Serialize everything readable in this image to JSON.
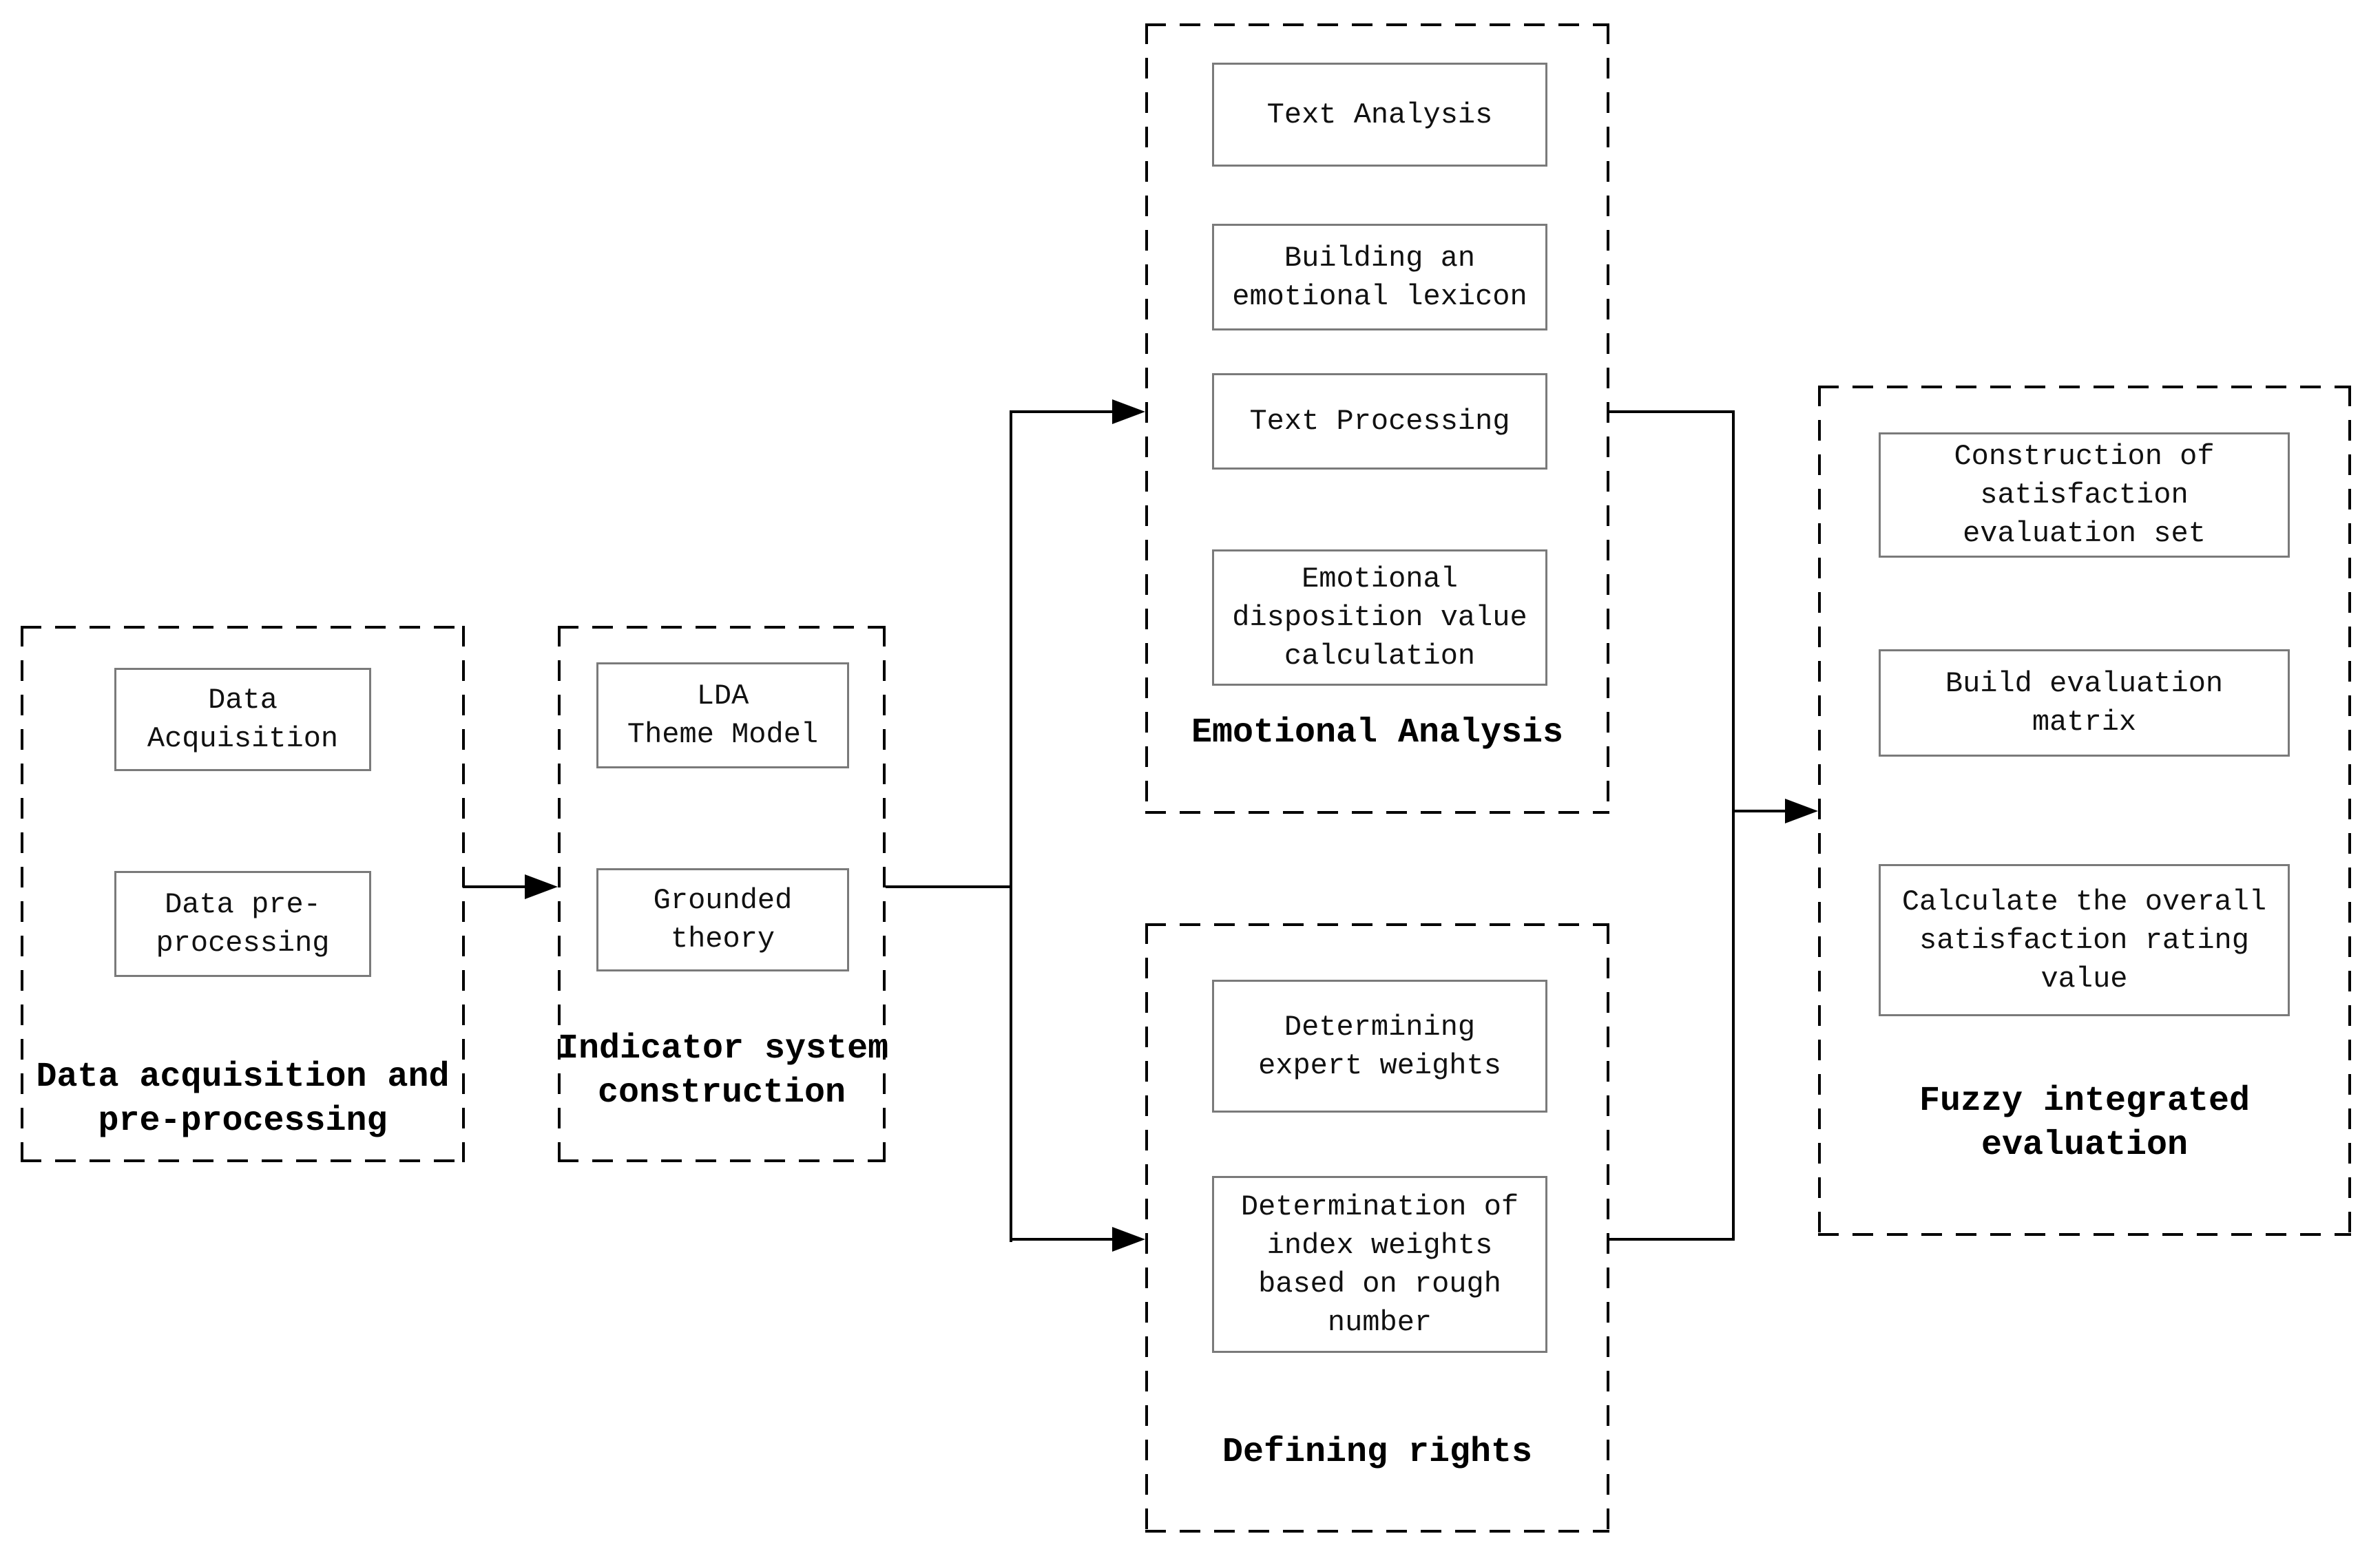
{
  "diagram": {
    "colors": {
      "background": "#ffffff",
      "connector_line": "#000000",
      "dashed_border": "#000000",
      "node_border": "#7a7a7a",
      "text": "#111111"
    },
    "groups": [
      {
        "label": "Data acquisition and\npre-processing",
        "boxes": [
          "Data\nAcquisition",
          "Data pre-\nprocessing"
        ]
      },
      {
        "label": "Indicator system\nconstruction",
        "boxes": [
          "LDA\nTheme Model",
          "Grounded\ntheory"
        ]
      },
      {
        "label": "Emotional Analysis",
        "boxes": [
          "Text Analysis",
          "Building an\nemotional lexicon",
          "Text Processing",
          "Emotional\ndisposition value\ncalculation"
        ]
      },
      {
        "label": "Defining rights",
        "boxes": [
          "Determining\nexpert weights",
          "Determination of\nindex weights\nbased on rough\nnumber"
        ]
      },
      {
        "label": "Fuzzy integrated\nevaluation",
        "boxes": [
          "Construction of\nsatisfaction\nevaluation set",
          "Build evaluation\nmatrix",
          "Calculate the overall\nsatisfaction rating\nvalue"
        ]
      }
    ]
  }
}
